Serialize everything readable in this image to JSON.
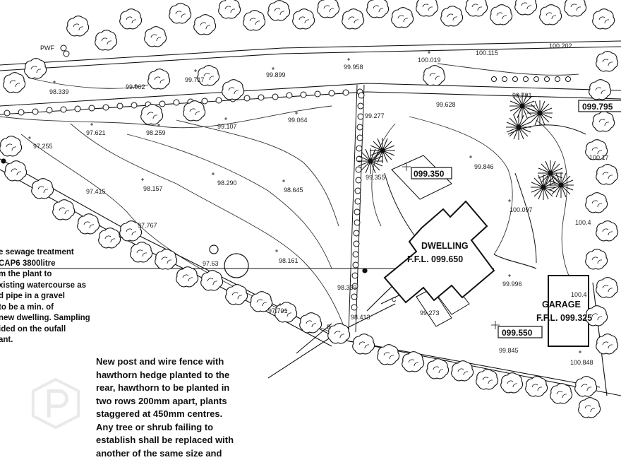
{
  "labels": {
    "pwf": "PWF",
    "dwelling_title": "DWELLING",
    "dwelling_ffl": "F.F.L. 099.650",
    "garage_title": "GARAGE",
    "garage_ffl": "F.F.L. 099.325",
    "box_a": "099.350",
    "box_b": "099.550",
    "box_c": "099.795",
    "small_b": "B",
    "small_c": "C"
  },
  "levels": [
    "98.339",
    "99.002",
    "99.717",
    "99.899",
    "99.958",
    "100.019",
    "100.115",
    "100.202",
    "97.621",
    "98.259",
    "99.107",
    "99.064",
    "99.277",
    "99.628",
    "99.701",
    "97.255",
    "97.415",
    "98.157",
    "98.290",
    "98.645",
    "99.355",
    "99.846",
    "100.097",
    "100.17",
    "97.767",
    "97.63",
    "98.161",
    "98.339",
    "97.701",
    "98.413",
    "99.273",
    "99.996",
    "99.845",
    "100.848",
    "100.4",
    "100.4"
  ],
  "notes": {
    "sewage": "e sewage treatment\nCAP6 3800litre\nm the plant to\nxisting watercourse as\nd pipe in a gravel\nto be a min. of\nnew dwelling. Sampling\nided on the oufall\nant.",
    "fence": "New post and wire fence with\nhawthorn hedge planted to the\nrear, hawthorn to be planted in\ntwo rows 200mm apart, plants\nstaggered at 450mm centres.\nAny tree or shrub failing to\nestablish shall be replaced with\nanother of the same size and"
  },
  "colors": {
    "ink": "#111111",
    "paper": "#ffffff"
  }
}
